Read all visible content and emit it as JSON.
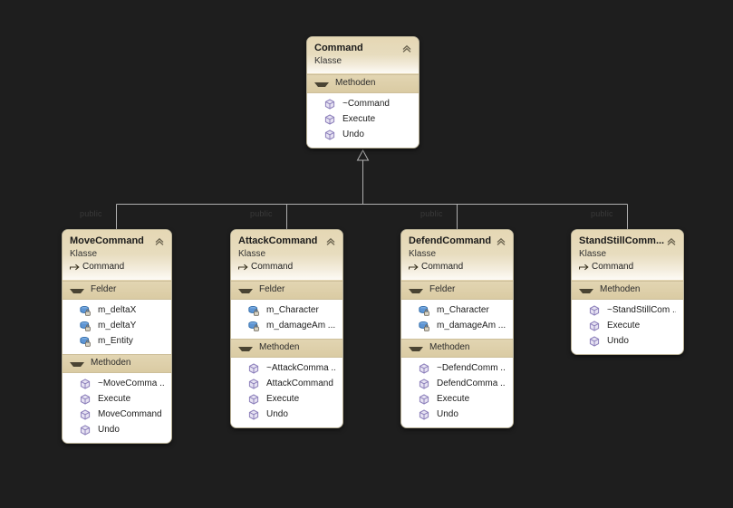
{
  "canvas": {
    "background": "#1e1e1e",
    "box_fill": "#ffffff",
    "header_accent": "#e5d7b4",
    "section_band": "#ddcfa9",
    "border_color": "#b9b196",
    "connector_color": "#b0b0b0",
    "field_icon_color": "#4f7fc0",
    "method_icon_color": "#9b8fc4",
    "edge_label_color": "#3a3a3a"
  },
  "labels": {
    "kind": "Klasse",
    "fields_section": "Felder",
    "methods_section": "Methoden",
    "visibility": "public"
  },
  "classes": [
    {
      "id": "command",
      "name": "Command",
      "kind": "Klasse",
      "base": null,
      "sections": [
        {
          "title": "Methoden",
          "type": "methods",
          "members": [
            {
              "name": "~Command",
              "icon": "method-icon"
            },
            {
              "name": "Execute",
              "icon": "method-icon"
            },
            {
              "name": "Undo",
              "icon": "method-icon"
            }
          ]
        }
      ]
    },
    {
      "id": "movecommand",
      "name": "MoveCommand",
      "kind": "Klasse",
      "base": "Command",
      "sections": [
        {
          "title": "Felder",
          "type": "fields",
          "members": [
            {
              "name": "m_deltaX",
              "icon": "field-icon"
            },
            {
              "name": "m_deltaY",
              "icon": "field-icon"
            },
            {
              "name": "m_Entity",
              "icon": "field-icon"
            }
          ]
        },
        {
          "title": "Methoden",
          "type": "methods",
          "members": [
            {
              "name": "~MoveComma ...",
              "icon": "method-icon"
            },
            {
              "name": "Execute",
              "icon": "method-icon"
            },
            {
              "name": "MoveCommand",
              "icon": "method-icon"
            },
            {
              "name": "Undo",
              "icon": "method-icon"
            }
          ]
        }
      ]
    },
    {
      "id": "attackcommand",
      "name": "AttackCommand",
      "kind": "Klasse",
      "base": "Command",
      "sections": [
        {
          "title": "Felder",
          "type": "fields",
          "members": [
            {
              "name": "m_Character",
              "icon": "field-icon"
            },
            {
              "name": "m_damageAm ...",
              "icon": "field-icon"
            }
          ]
        },
        {
          "title": "Methoden",
          "type": "methods",
          "members": [
            {
              "name": "~AttackComma ...",
              "icon": "method-icon"
            },
            {
              "name": "AttackCommand",
              "icon": "method-icon"
            },
            {
              "name": "Execute",
              "icon": "method-icon"
            },
            {
              "name": "Undo",
              "icon": "method-icon"
            }
          ]
        }
      ]
    },
    {
      "id": "defendcommand",
      "name": "DefendCommand",
      "kind": "Klasse",
      "base": "Command",
      "sections": [
        {
          "title": "Felder",
          "type": "fields",
          "members": [
            {
              "name": "m_Character",
              "icon": "field-icon"
            },
            {
              "name": "m_damageAm ...",
              "icon": "field-icon"
            }
          ]
        },
        {
          "title": "Methoden",
          "type": "methods",
          "members": [
            {
              "name": "~DefendComm ...",
              "icon": "method-icon"
            },
            {
              "name": "DefendComma ...",
              "icon": "method-icon"
            },
            {
              "name": "Execute",
              "icon": "method-icon"
            },
            {
              "name": "Undo",
              "icon": "method-icon"
            }
          ]
        }
      ]
    },
    {
      "id": "standstillcommand",
      "name": "StandStillComm...",
      "kind": "Klasse",
      "base": "Command",
      "sections": [
        {
          "title": "Methoden",
          "type": "methods",
          "members": [
            {
              "name": "~StandStillCom ...",
              "icon": "method-icon"
            },
            {
              "name": "Execute",
              "icon": "method-icon"
            },
            {
              "name": "Undo",
              "icon": "method-icon"
            }
          ]
        }
      ]
    }
  ],
  "connections": [
    {
      "from": "movecommand",
      "to": "command",
      "label": "public",
      "relation": "inheritance"
    },
    {
      "from": "attackcommand",
      "to": "command",
      "label": "public",
      "relation": "inheritance"
    },
    {
      "from": "defendcommand",
      "to": "command",
      "label": "public",
      "relation": "inheritance"
    },
    {
      "from": "standstillcommand",
      "to": "command",
      "label": "public",
      "relation": "inheritance"
    }
  ]
}
